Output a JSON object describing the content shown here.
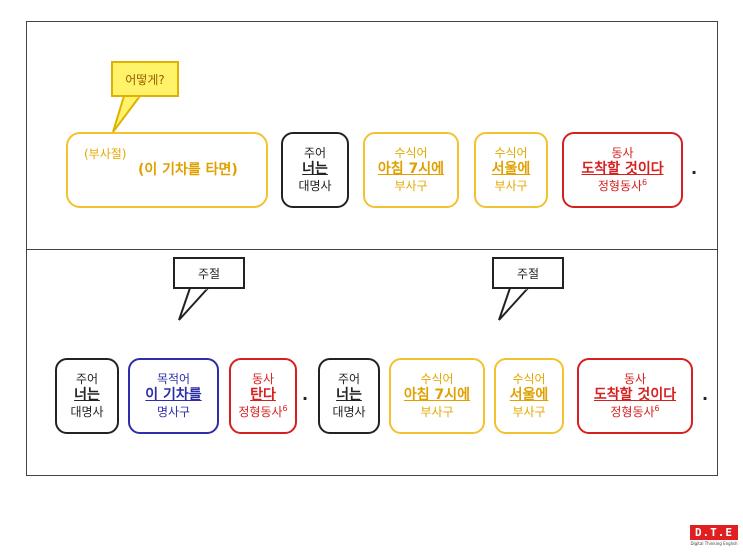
{
  "top": {
    "callout": "어떻게?",
    "adverb_clause": {
      "role": "(부사절)",
      "word": "(이 기차를 타면)"
    },
    "boxes": [
      {
        "role": "주어",
        "word": "너는",
        "cat": "대명사"
      },
      {
        "role": "수식어",
        "word": "아침 7시에",
        "cat": "부사구"
      },
      {
        "role": "수식어",
        "word": "서울에",
        "cat": "부사구"
      },
      {
        "role": "동사",
        "word": "도착할 것이다",
        "cat": "정형동사",
        "sup": "6"
      }
    ],
    "period": "."
  },
  "bottom": {
    "callouts": [
      "주절",
      "주절"
    ],
    "boxes": [
      {
        "role": "주어",
        "word": "너는",
        "cat": "대명사"
      },
      {
        "role": "목적어",
        "word": "이 기차를",
        "cat": "명사구"
      },
      {
        "role": "동사",
        "word": "탄다",
        "cat": "정형동사",
        "sup": "6"
      },
      {
        "role": "주어",
        "word": "너는",
        "cat": "대명사"
      },
      {
        "role": "수식어",
        "word": "아침 7시에",
        "cat": "부사구"
      },
      {
        "role": "수식어",
        "word": "서울에",
        "cat": "부사구"
      },
      {
        "role": "동사",
        "word": "도착할 것이다",
        "cat": "정형동사",
        "sup": "6"
      }
    ],
    "periods": [
      ".",
      "."
    ]
  },
  "logo": {
    "mark": "D.T.E",
    "tagline": "Digital Thinking English"
  },
  "colors": {
    "subject": "#222222",
    "modifier": "#f2c230",
    "object": "#2e2ea8",
    "verb": "#d62020",
    "callout_fill": "#fff36a"
  }
}
